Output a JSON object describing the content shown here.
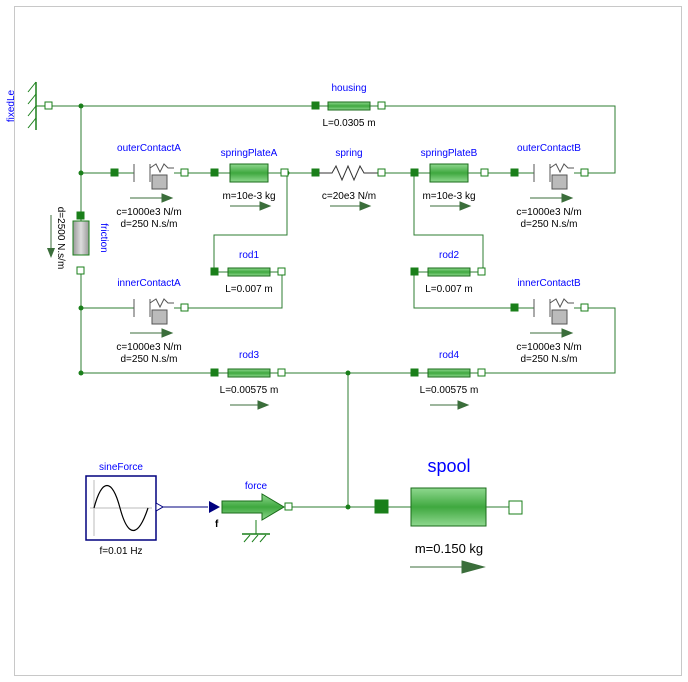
{
  "components": {
    "fixed": {
      "name": "fixedLe"
    },
    "housing": {
      "name": "housing",
      "param": "L=0.0305 m"
    },
    "friction": {
      "name": "friction",
      "param": "d=2500 N.s/m"
    },
    "outerContactA": {
      "name": "outerContactA",
      "param1": "c=1000e3 N/m",
      "param2": "d=250 N.s/m"
    },
    "springPlateA": {
      "name": "springPlateA",
      "param": "m=10e-3 kg"
    },
    "spring": {
      "name": "spring",
      "param": "c=20e3 N/m"
    },
    "springPlateB": {
      "name": "springPlateB",
      "param": "m=10e-3 kg"
    },
    "outerContactB": {
      "name": "outerContactB",
      "param1": "c=1000e3 N/m",
      "param2": "d=250 N.s/m"
    },
    "rod1": {
      "name": "rod1",
      "param": "L=0.007 m"
    },
    "rod2": {
      "name": "rod2",
      "param": "L=0.007 m"
    },
    "innerContactA": {
      "name": "innerContactA",
      "param1": "c=1000e3 N/m",
      "param2": "d=250 N.s/m"
    },
    "innerContactB": {
      "name": "innerContactB",
      "param1": "c=1000e3 N/m",
      "param2": "d=250 N.s/m"
    },
    "rod3": {
      "name": "rod3",
      "param": "L=0.00575 m"
    },
    "rod4": {
      "name": "rod4",
      "param": "L=0.00575 m"
    },
    "sineForce": {
      "name": "sineForce",
      "param": "f=0.01 Hz"
    },
    "force": {
      "name": "force",
      "input_label": "f"
    },
    "spool": {
      "name": "spool",
      "param": "m=0.150 kg"
    }
  },
  "colors": {
    "label": "#0000ff",
    "wire": "#2e7d32",
    "mass_fill": "#5dbb5d",
    "signal": "#00007f"
  }
}
